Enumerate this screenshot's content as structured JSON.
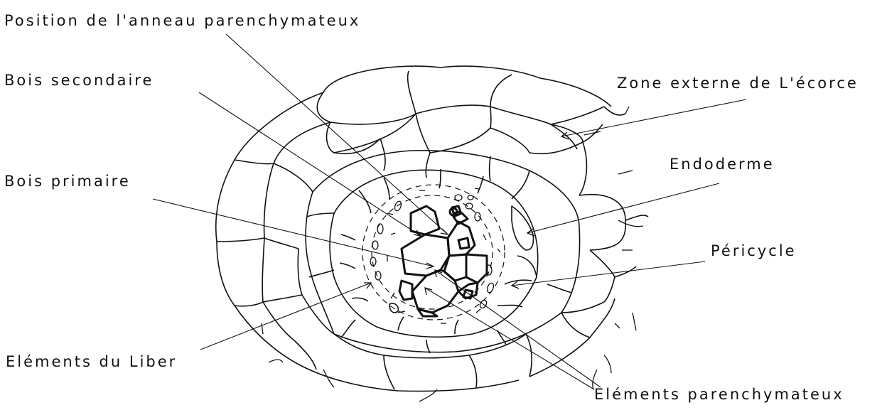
{
  "diagram": {
    "labels": {
      "anneau": "Position de l'anneau parenchymateux",
      "bois_secondaire": "Bois secondaire",
      "bois_primaire": "Bois primaire",
      "zone_externe": "Zone externe de L'écorce",
      "endoderme": "Endoderme",
      "pericycle": "Péricycle",
      "liber": "Eléments du Liber",
      "parenchymateux": "Eléments parenchymateux"
    }
  }
}
